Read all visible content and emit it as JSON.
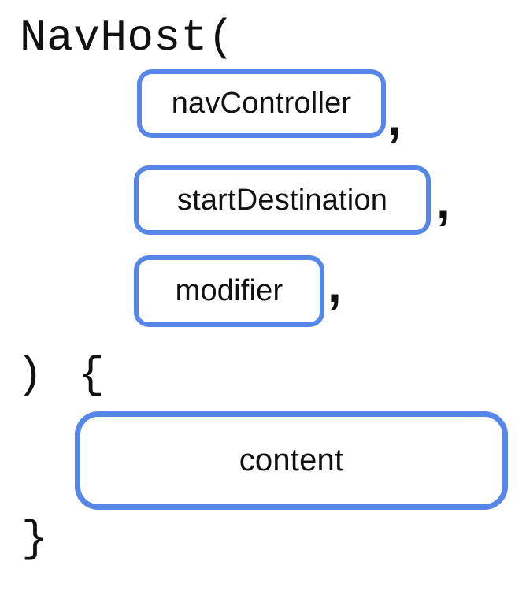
{
  "code": {
    "open_line": "NavHost(",
    "close_paren": ")",
    "open_brace": "{",
    "close_brace": "}"
  },
  "punctuation": {
    "comma": ","
  },
  "parameters": [
    {
      "label": "navController"
    },
    {
      "label": "startDestination"
    },
    {
      "label": "modifier"
    }
  ],
  "body": {
    "label": "content"
  },
  "colors": {
    "box_border": "#5586E8",
    "text": "#111111",
    "background": "#FFFFFF"
  }
}
